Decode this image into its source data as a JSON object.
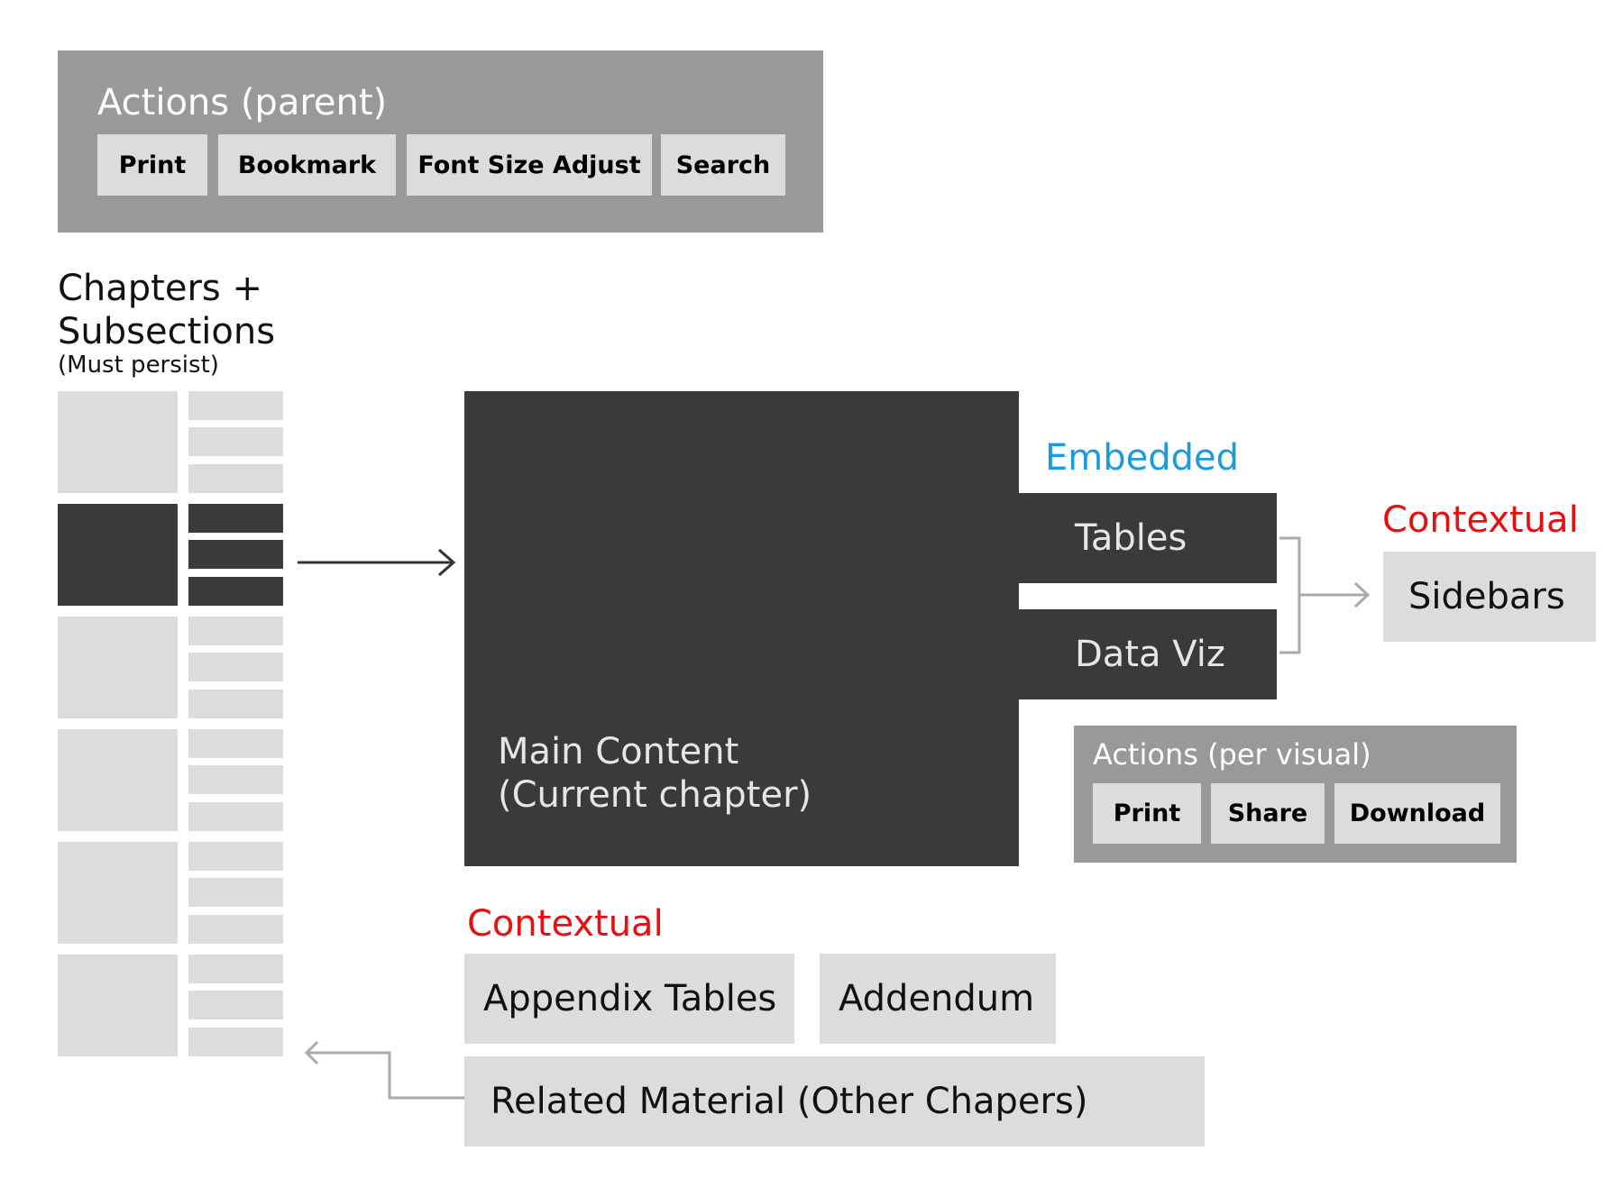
{
  "colors": {
    "panel": "#999999",
    "light_block": "#dcdcdc",
    "dark_block": "#3a3a3a",
    "embedded_label": "#1a9be0",
    "contextual_label": "#e8100f",
    "arrow_dark": "#333333",
    "arrow_light": "#aaaaaa"
  },
  "global_actions": {
    "title": "Actions (parent)",
    "buttons": [
      "Print",
      "Bookmark",
      "Font Size Adjust",
      "Search"
    ]
  },
  "chapters": {
    "title_line1": "Chapters +",
    "title_line2": "Subsections",
    "note": "(Must persist)",
    "groups": 6,
    "active_group_index": 1
  },
  "main_content": {
    "line1": "Main Content",
    "line2": "(Current chapter)"
  },
  "embedded": {
    "label": "Embedded",
    "items": [
      "Tables",
      "Data Viz"
    ]
  },
  "contextual_right": {
    "label": "Contextual",
    "item": "Sidebars"
  },
  "visual_actions": {
    "title": "Actions (per visual)",
    "buttons": [
      "Print",
      "Share",
      "Download"
    ]
  },
  "contextual_bottom": {
    "label": "Contextual",
    "items": [
      "Appendix Tables",
      "Addendum"
    ],
    "related": "Related Material (Other Chapers)"
  }
}
